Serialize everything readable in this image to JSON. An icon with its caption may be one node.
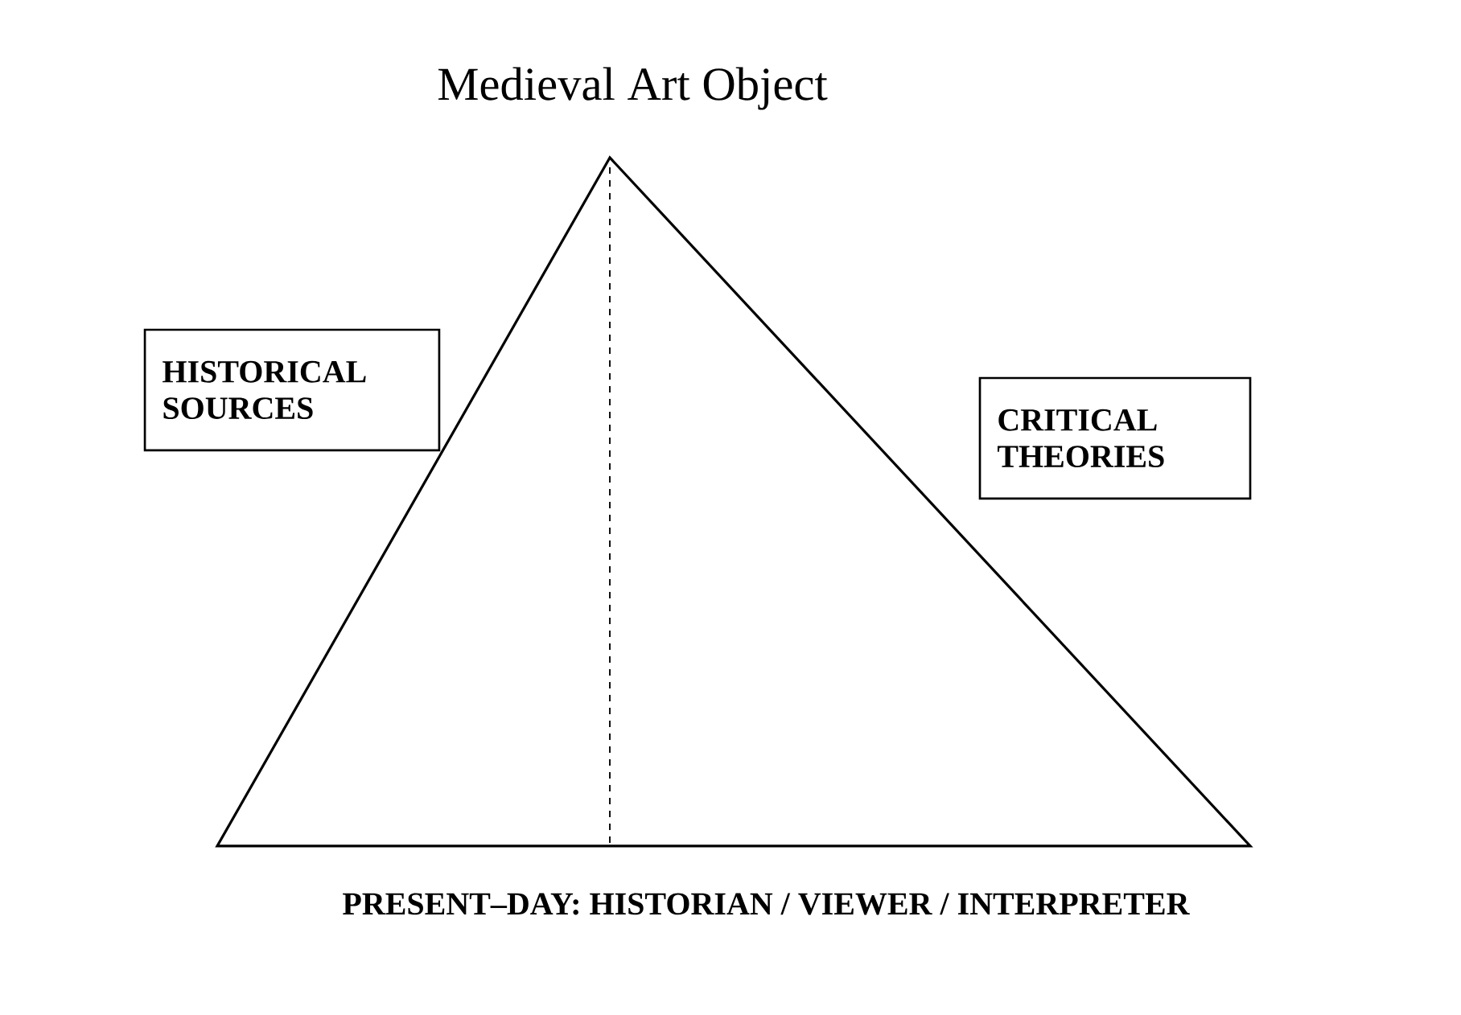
{
  "diagram": {
    "nodes": [
      {
        "text": [
          "HISTORICAL SOURCES"
        ]
      },
      {
        "text": [
          "CRITICAL THEORIES"
        ]
      }
    ],
    "labels": [
      "Medieval Art Object",
      "PRESENT–DAY: HISTORIAN / VIEWER / INTERPRETER"
    ]
  }
}
